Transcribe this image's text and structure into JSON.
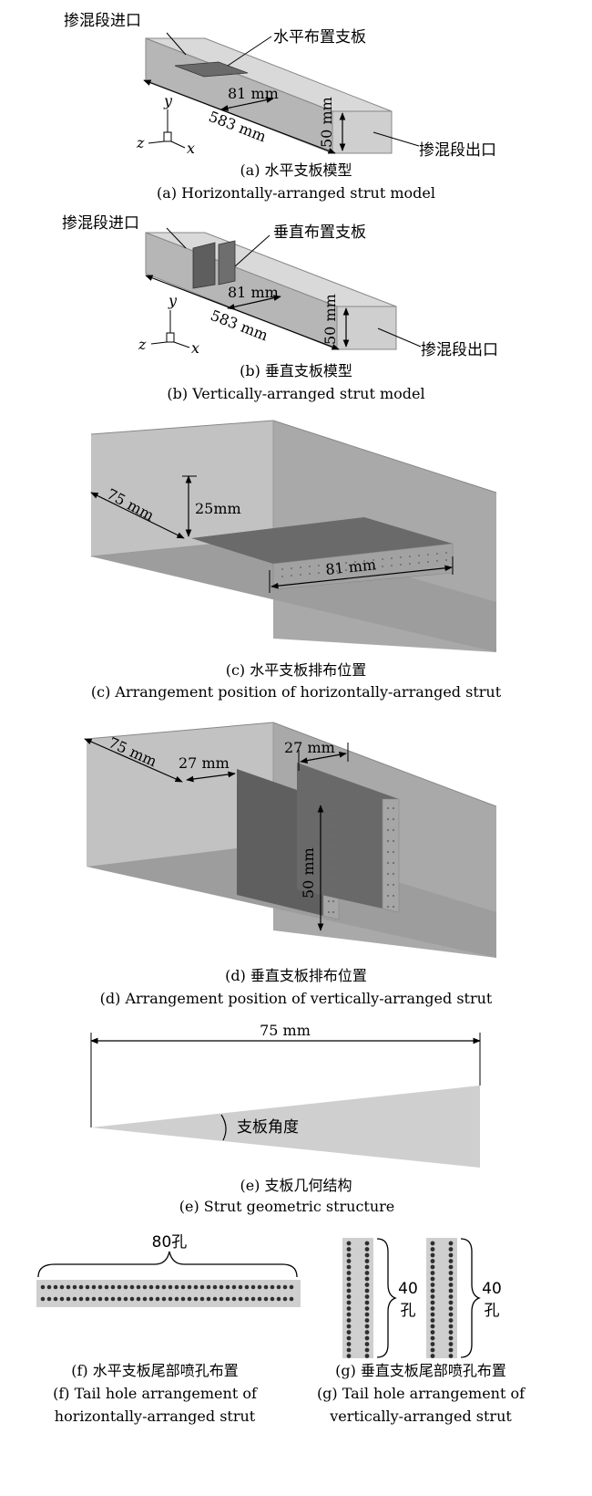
{
  "a": {
    "inlet": "掺混段进口",
    "strut": "水平布置支板",
    "outlet": "掺混段出口",
    "dim_81": "81 mm",
    "dim_583": "583 mm",
    "dim_50": "50 mm",
    "axis_y": "y",
    "axis_z": "z",
    "axis_x": "x",
    "cap_cn": "(a) 水平支板模型",
    "cap_en": "(a) Horizontally-arranged strut model"
  },
  "b": {
    "inlet": "掺混段进口",
    "strut": "垂直布置支板",
    "outlet": "掺混段出口",
    "dim_81": "81 mm",
    "dim_583": "583 mm",
    "dim_50": "50 mm",
    "axis_y": "y",
    "axis_z": "z",
    "axis_x": "x",
    "cap_cn": "(b) 垂直支板模型",
    "cap_en": "(b) Vertically-arranged strut model"
  },
  "c": {
    "dim_75": "75 mm",
    "dim_25": "25mm",
    "dim_81": "81 mm",
    "cap_cn": "(c) 水平支板排布位置",
    "cap_en": "(c) Arrangement position of horizontally-arranged strut"
  },
  "d": {
    "dim_75": "75 mm",
    "dim_27a": "27 mm",
    "dim_27b": "27 mm",
    "dim_50": "50 mm",
    "cap_cn": "(d) 垂直支板排布位置",
    "cap_en": "(d) Arrangement position of vertically-arranged strut"
  },
  "e": {
    "dim_75": "75 mm",
    "angle": "支板角度",
    "cap_cn": "(e) 支板几何结构",
    "cap_en": "(e) Strut geometric structure"
  },
  "f": {
    "holes": "80孔",
    "cap_cn": "(f) 水平支板尾部喷孔布置",
    "cap_en1": "(f) Tail hole arrangement of",
    "cap_en2": "horizontally-arranged strut"
  },
  "g": {
    "holes_num1": "40",
    "holes_chr1": "孔",
    "holes_num2": "40",
    "holes_chr2": "孔",
    "cap_cn": "(g) 垂直支板尾部喷孔布置",
    "cap_en1": "(g) Tail hole arrangement of",
    "cap_en2": "vertically-arranged strut"
  },
  "colors": {
    "duct": "#c6c6c6",
    "duct_dark": "#8e8e8e",
    "strut": "#6a6a6a",
    "hole": "#3a3a3a"
  }
}
